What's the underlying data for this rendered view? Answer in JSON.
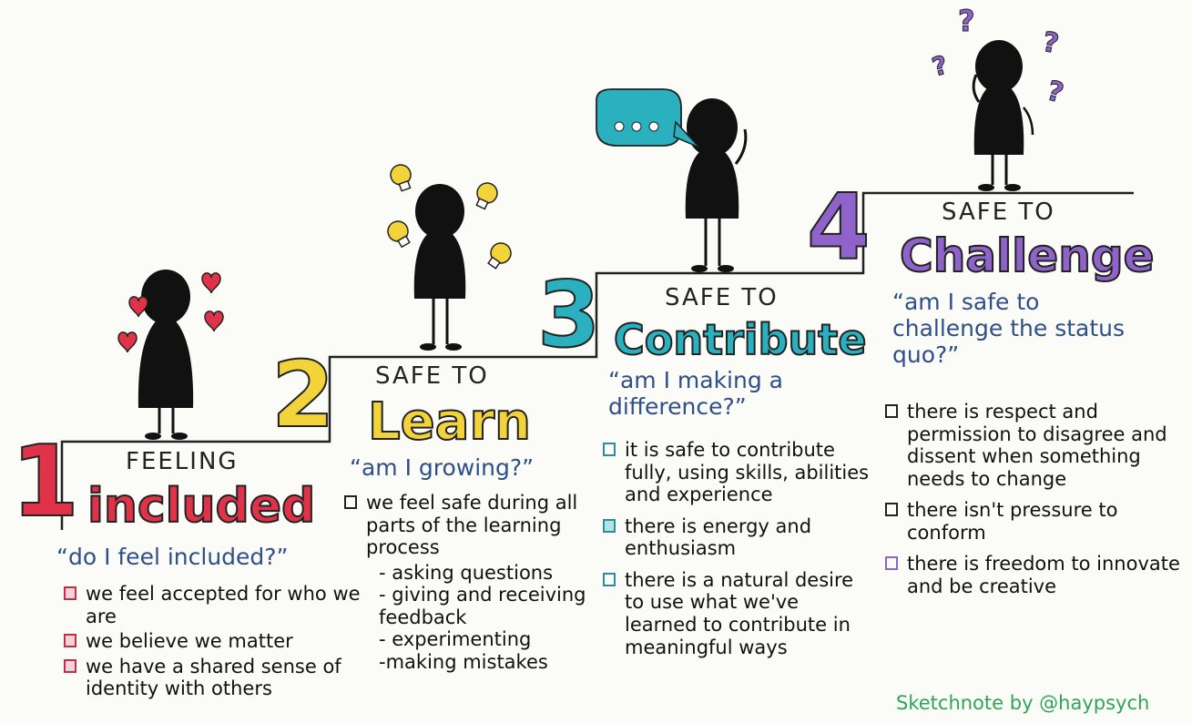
{
  "colors": {
    "step1": "#e0334a",
    "step2": "#f3d33a",
    "step3": "#2bb0bf",
    "step4": "#8f63c9",
    "question_text": "#2f4f88",
    "credit_text": "#2fa55a",
    "figure": "#111111"
  },
  "stages": [
    {
      "number": "1",
      "top_label": "FEELING",
      "keyword": "included",
      "question": "“do I feel included?”",
      "items": [
        "we feel accepted for who we are",
        "we believe we matter",
        "we have a shared sense of identity with others"
      ],
      "decorations": [
        "heart-icon",
        "heart-icon",
        "heart-icon",
        "heart-icon"
      ]
    },
    {
      "number": "2",
      "top_label": "SAFE TO",
      "keyword": "Learn",
      "question": "“am I growing?”",
      "items": [
        "we feel safe during all parts of the learning process"
      ],
      "subitems": [
        "- asking questions",
        "- giving and receiving feedback",
        "- experimenting",
        "-making mistakes"
      ],
      "decorations": [
        "lightbulb-icon",
        "lightbulb-icon",
        "lightbulb-icon",
        "lightbulb-icon"
      ]
    },
    {
      "number": "3",
      "top_label": "SAFE TO",
      "keyword": "Contribute",
      "question": "“am I making a difference?”",
      "items": [
        "it is safe to contribute fully, using skills, abilities and experience",
        "there is energy and enthusiasm",
        "there is a natural desire to use what we've learned to contribute in meaningful ways"
      ],
      "speech_bubble": "ooo"
    },
    {
      "number": "4",
      "top_label": "SAFE TO",
      "keyword": "Challenge",
      "question": "“am I safe to challenge the status quo?”",
      "items": [
        "there is respect and permission to disagree and dissent when something needs to change",
        "there isn't pressure to conform",
        "there is freedom to innovate and be creative"
      ],
      "question_marks": [
        "?",
        "?",
        "?",
        "?"
      ]
    }
  ],
  "credit": "Sketchnote by @haypsych"
}
